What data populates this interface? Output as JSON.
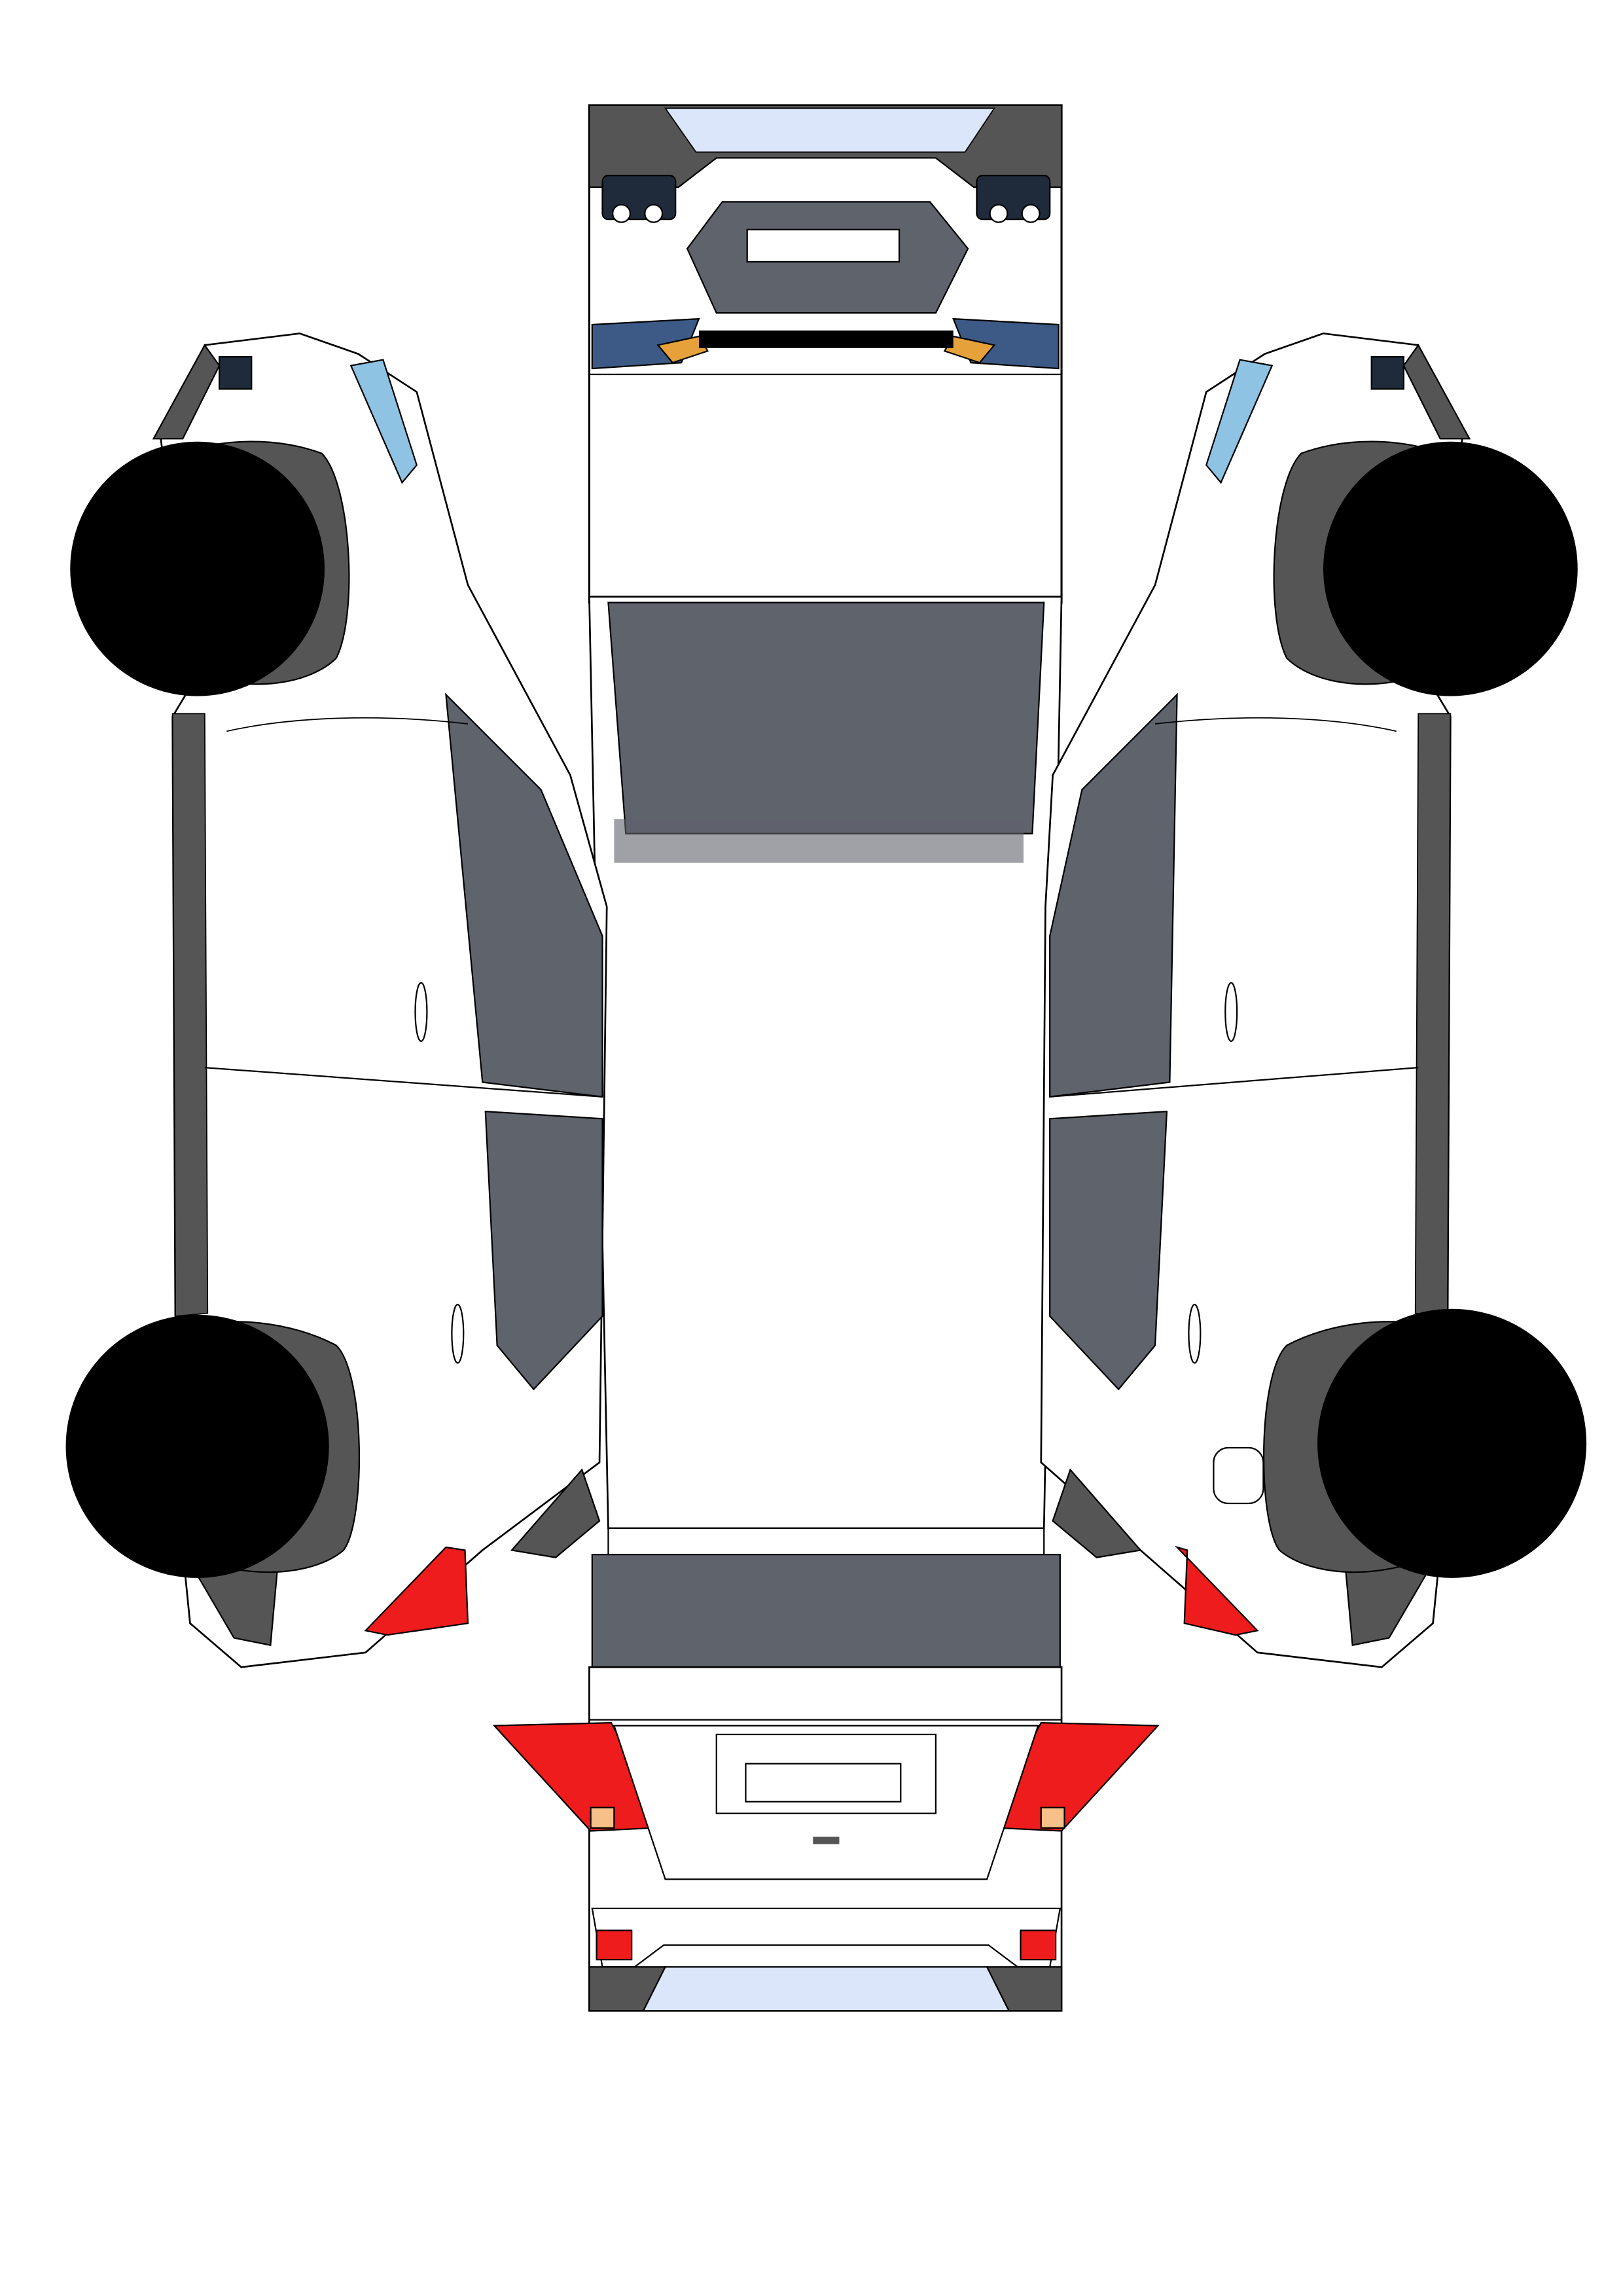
{
  "diagram": {
    "type": "vehicle damage inspection template",
    "views": [
      "front",
      "left-side",
      "top",
      "right-side",
      "rear"
    ],
    "front_plate_text": "",
    "rear_plate_text": ""
  },
  "colors": {
    "body": "#ffffff",
    "outline": "#000000",
    "trim_dark": "#555555",
    "glass": "#5f636c",
    "tire": "#000000",
    "windshield_tint": "#dbe6fb",
    "headlight_blue": "#3d5a86",
    "turn_signal_amber": "#e6a13a",
    "taillight_red": "#ee1c1c",
    "headlight_side_blue": "#8fc3e3"
  }
}
